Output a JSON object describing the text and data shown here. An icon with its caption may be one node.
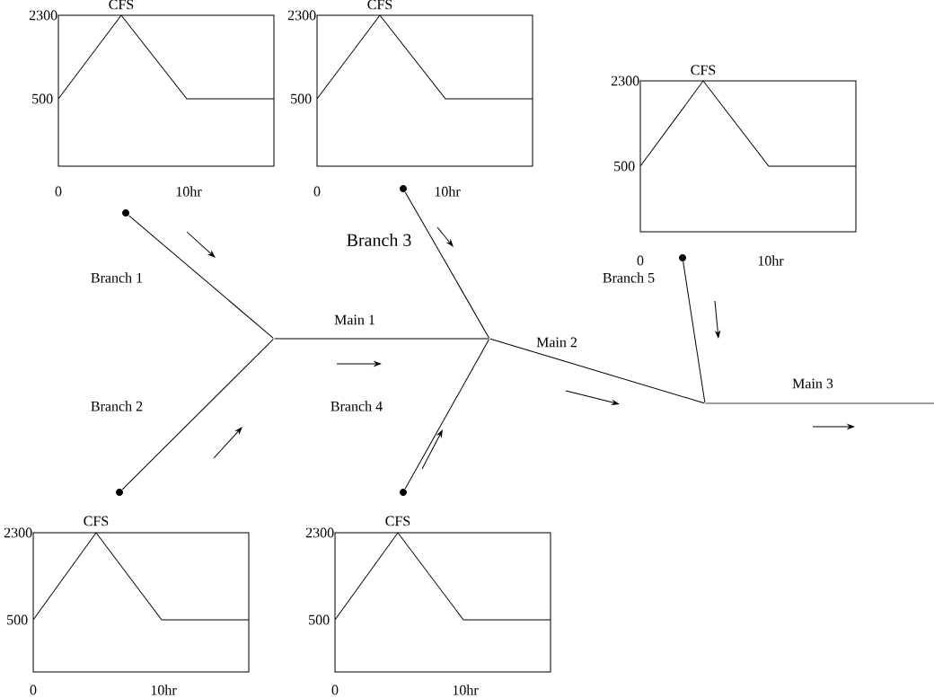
{
  "diagram": {
    "nodes": [
      {
        "text": [],
        "shape": "circle"
      },
      {
        "text": [],
        "shape": "circle"
      },
      {
        "text": [],
        "shape": "circle"
      },
      {
        "text": [],
        "shape": "circle"
      },
      {
        "text": [],
        "shape": "circle"
      },
      {
        "text": [],
        "shape": "point"
      },
      {
        "text": [],
        "shape": "point"
      },
      {
        "text": [],
        "shape": "point"
      }
    ],
    "edges": [
      {
        "from": 0,
        "to": 5,
        "arrow": "none",
        "label": "Branch 1"
      },
      {
        "from": 1,
        "to": 5,
        "arrow": "none",
        "label": "Branch 2"
      },
      {
        "from": 5,
        "to": 6,
        "arrow": "none",
        "label": "Main 1"
      },
      {
        "from": 2,
        "to": 6,
        "arrow": "none",
        "label": "Branch 3"
      },
      {
        "from": 3,
        "to": 6,
        "arrow": "none",
        "label": "Branch 4"
      },
      {
        "from": 6,
        "to": 7,
        "arrow": "none",
        "label": "Main 2"
      },
      {
        "from": 4,
        "to": 7,
        "arrow": "none",
        "label": "Branch 5"
      },
      {
        "from": 7,
        "to": null,
        "arrow": "none",
        "label": "Main 3"
      }
    ],
    "labels": [
      "CFS",
      "2300",
      "500",
      "0",
      "10hr",
      "CFS",
      "2300",
      "500",
      "0",
      "10hr",
      "CFS",
      "2300",
      "500",
      "0",
      "10hr",
      "CFS",
      "2300",
      "500",
      "0",
      "10hr",
      "CFS",
      "2300",
      "500",
      "0",
      "10hr"
    ]
  }
}
